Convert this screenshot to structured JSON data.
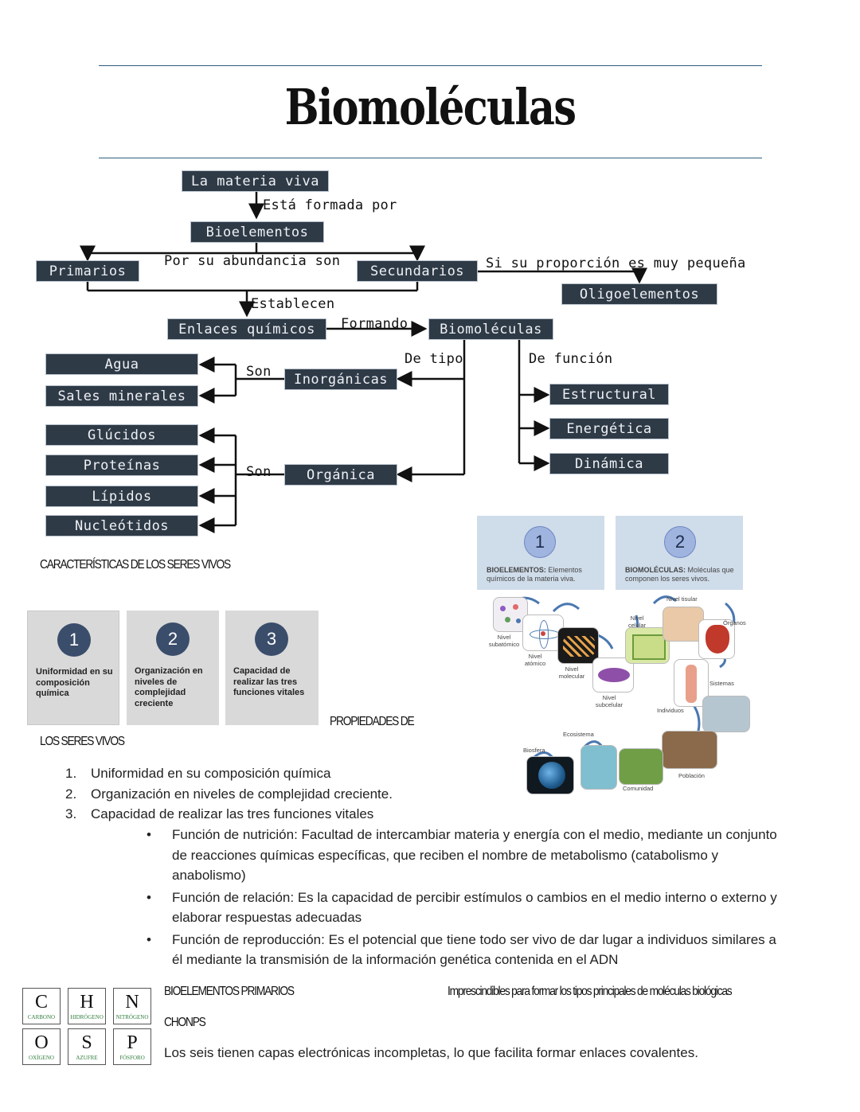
{
  "title": "Biomoléculas",
  "concept_map": {
    "materia_viva": "La materia viva",
    "esta_formada_por": "Está formada por",
    "bioelementos": "Bioelementos",
    "por_su_abundancia": "Por su abundancia son",
    "primarios": "Primarios",
    "secundarios": "Secundarios",
    "si_proporcion": "Si su proporción es muy pequeña",
    "oligoelementos": "Oligoelementos",
    "establecen": "Establecen",
    "enlaces": "Enlaces químicos",
    "formando": "Formando",
    "biomoleculas": "Biomoléculas",
    "de_tipo": "De tipo",
    "de_funcion": "De función",
    "son_1": "Son",
    "son_2": "Son",
    "inorganicas": "Inorgánicas",
    "organica": "Orgánica",
    "inorganic_items": [
      "Agua",
      "Sales minerales"
    ],
    "organic_items": [
      "Glúcidos",
      "Proteínas",
      "Lípidos",
      "Nucleótidos"
    ],
    "function_items": [
      "Estructural",
      "Energética",
      "Dinámica"
    ]
  },
  "caracteristicas_heading": "CARACTERÍSTICAS DE LOS SERES VIVOS",
  "cards": [
    {
      "num": "1",
      "text": "Uniformidad en su composición química"
    },
    {
      "num": "2",
      "text": "Organización en niveles de complejidad creciente"
    },
    {
      "num": "3",
      "text": "Capacidad de realizar las tres funciones vitales"
    }
  ],
  "propiedades_heading_a": "PROPIEDADES DE",
  "propiedades_heading_b": "LOS SERES VIVOS",
  "numbered_list": [
    "Uniformidad en su composición química",
    "Organización en niveles de complejidad creciente.",
    "Capacidad de realizar las tres funciones vitales"
  ],
  "bullets": [
    "Función de nutrición: Facultad de intercambiar materia y energía con el medio, mediante un conjunto de reacciones químicas específicas, que reciben el nombre de metabolismo (catabolismo y anabolismo)",
    "Función de relación: Es la capacidad de percibir estímulos o cambios en el medio interno o externo y elaborar respuestas adecuadas",
    "Función de reproducción: Es el potencial que tiene todo ser vivo de dar lugar a individuos similares a él mediante la transmisión de la información genética contenida en el ADN"
  ],
  "levels_figure": {
    "panel1_num": "1",
    "panel1_bold": "BIOELEMENTOS:",
    "panel1_text": "Elementos químicos de la materia viva.",
    "panel2_num": "2",
    "panel2_bold": "BIOMOLÉCULAS:",
    "panel2_text": "Moléculas que componen los seres vivos.",
    "labels": [
      "Nivel subatómico",
      "Nivel atómico",
      "Nivel molecular",
      "Nivel subcelular",
      "Nivel celular",
      "Nivel tisular",
      "Órganos",
      "Sistemas",
      "Individuos",
      "Población",
      "Comunidad",
      "Ecosistema",
      "Biosfera"
    ]
  },
  "bioelementos": {
    "heading": "BIOELEMENTOS PRIMARIOS",
    "note": "Imprescindibles para formar los tipos principales de moléculas biológicas",
    "acronym": "CHONPS",
    "sentence": "Los seis tienen capas electrónicas incompletas, lo que facilita formar enlaces covalentes.",
    "elements": [
      {
        "sym": "C",
        "name": "CARBONO"
      },
      {
        "sym": "H",
        "name": "HIDRÓGENO"
      },
      {
        "sym": "N",
        "name": "NITRÓGENO"
      },
      {
        "sym": "O",
        "name": "OXÍGENO"
      },
      {
        "sym": "S",
        "name": "AZUFRE"
      },
      {
        "sym": "P",
        "name": "FÓSFORO"
      }
    ]
  }
}
